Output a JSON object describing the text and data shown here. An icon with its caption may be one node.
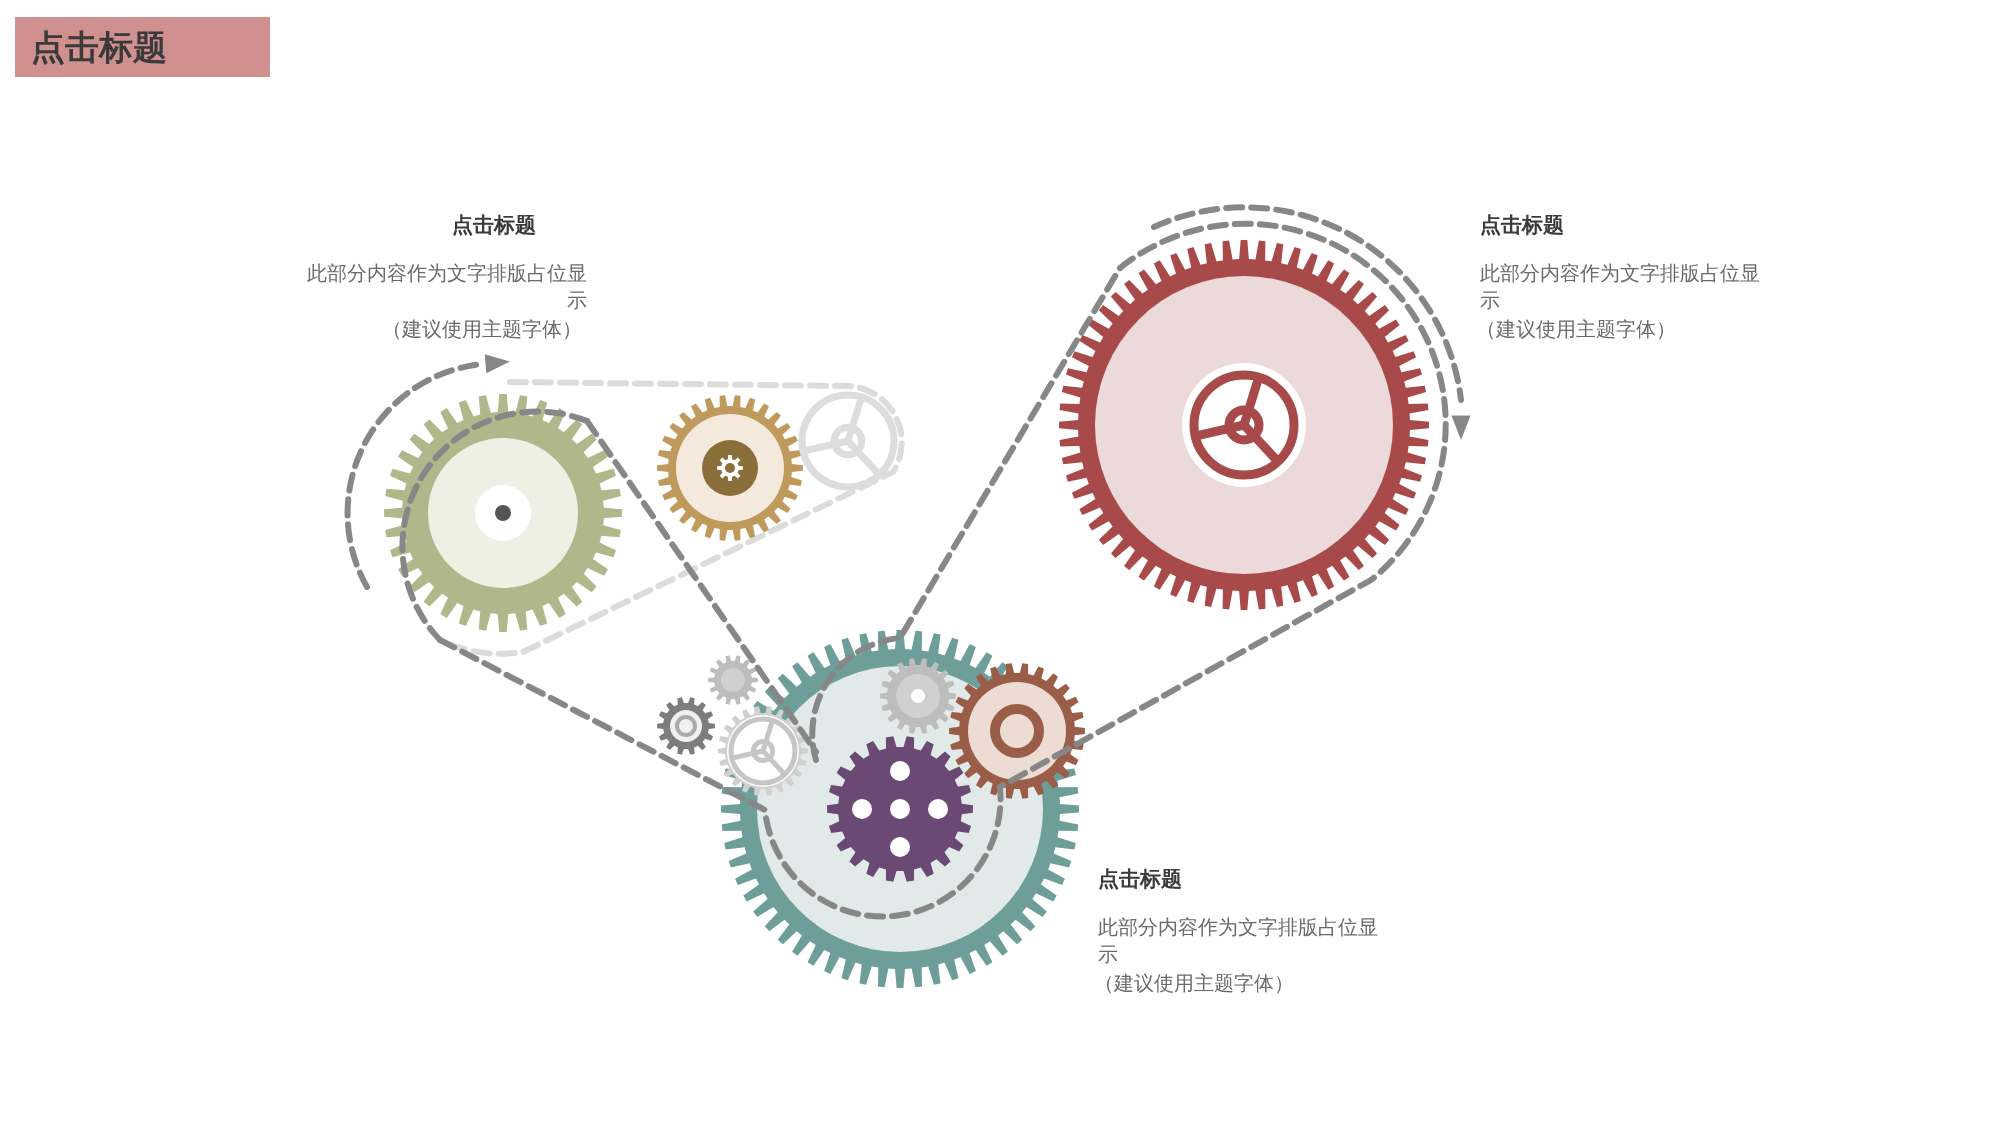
{
  "diagram": {
    "title": "点击标题",
    "labels": [
      "点击标题",
      "此部分内容作为文字排版占位显示",
      "（建议使用主题字体）",
      "点击标题",
      "此部分内容作为文字排版占位显示",
      "（建议使用主题字体）",
      "点击标题",
      "此部分内容作为文字排版占位显示",
      "（建议使用主题字体）"
    ]
  }
}
